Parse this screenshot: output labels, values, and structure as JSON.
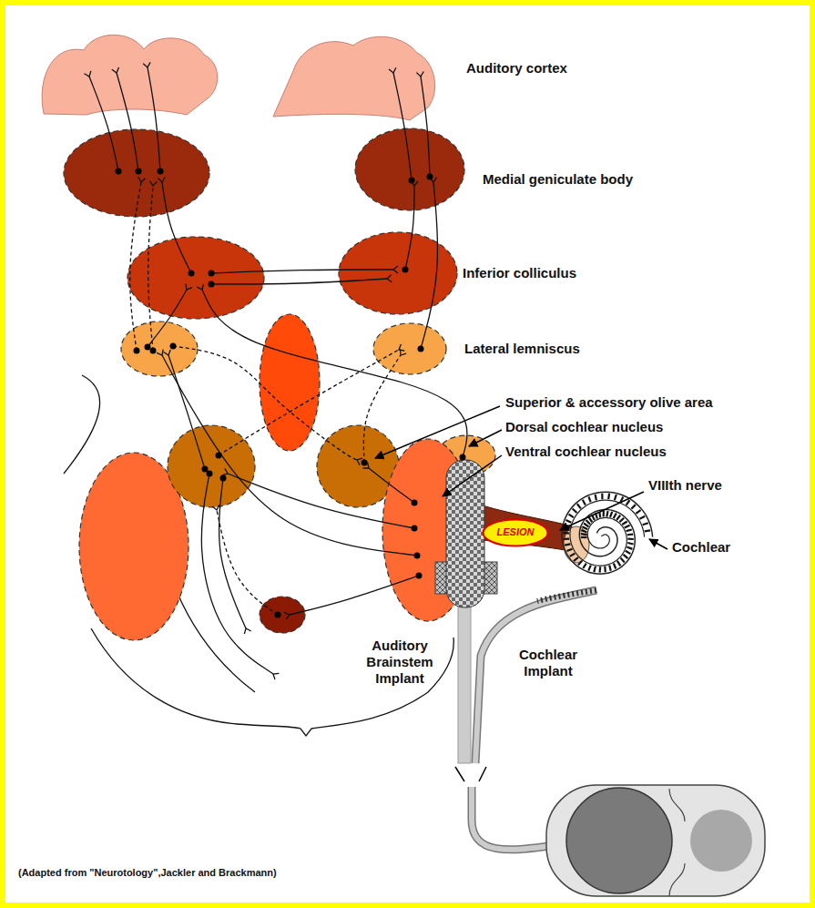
{
  "diagram": {
    "nodes": [
      {
        "text": [
          "LESION"
        ]
      }
    ],
    "labels": [
      "Auditory cortex",
      "Medial geniculate body",
      "Inferior colliculus",
      "Lateral lemniscus",
      "Superior & accessory olive area",
      "Dorsal cochlear nucleus",
      "Ventral cochlear nucleus",
      "VIIIth nerve",
      "Cochlear",
      "Auditory Brainstem Implant",
      "Cochlear Implant",
      "(Adapted from \"Neurotology\",Jackler and Brackmann)"
    ]
  }
}
